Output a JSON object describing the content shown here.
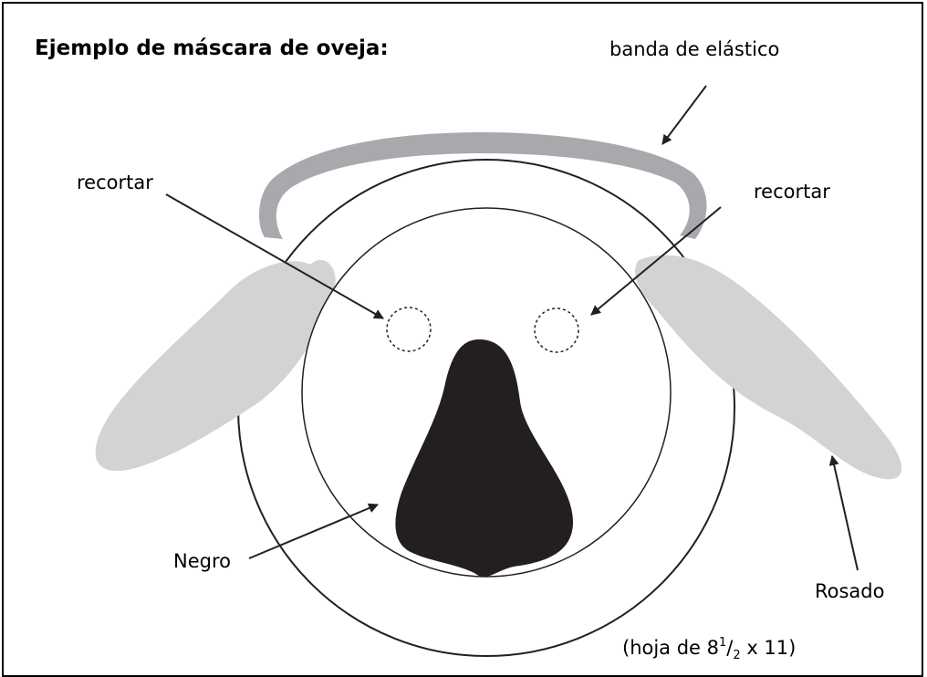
{
  "title": "Ejemplo de máscara de oveja:",
  "labels": {
    "elastic_band": "banda de elástico",
    "cut_left": "recortar",
    "cut_right": "recortar",
    "nose": "Negro",
    "ears": "Rosado"
  },
  "sheet_note": {
    "prefix": "(hoja de 8",
    "sup": "1",
    "slash": "/",
    "sub": "2",
    "suffix": " x 11)"
  },
  "colors": {
    "band": "#a7a9ac",
    "ears": "#d1d3d4",
    "nose": "#231f20",
    "line": "#231f20"
  }
}
